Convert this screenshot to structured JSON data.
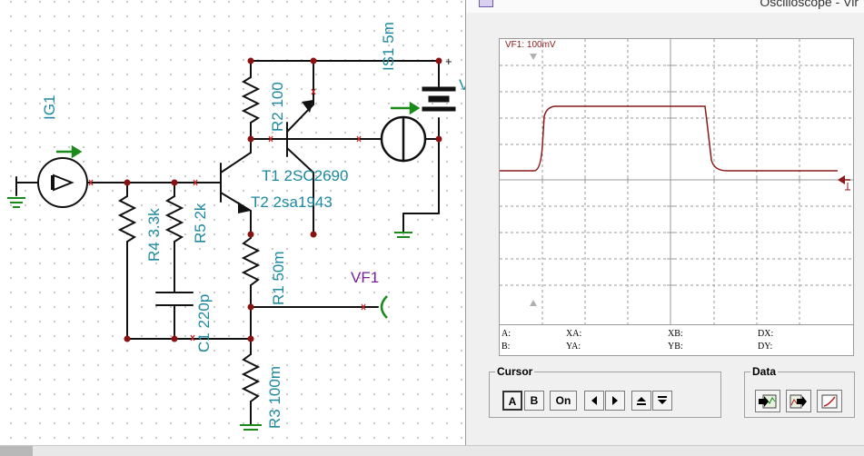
{
  "schematic": {
    "components": {
      "ig1": "IG1",
      "is1": "IS1 5m",
      "r2": "R2 100",
      "t1": "T1 2SC2690",
      "t2": "T2 2sa1943",
      "r4": "R4 3.3k",
      "r5": "R5 2k",
      "r1": "R1 50m",
      "c1": "C1 220p",
      "r3": "R3 100m",
      "vf1": "VF1",
      "plus": "+",
      "cut_v": "V"
    }
  },
  "oscilloscope": {
    "title": "Oscilloscope - Vir",
    "channel_label": "VF1: 100mV",
    "waveform_color": "#8b1a1a",
    "readout": {
      "a": "A:",
      "b": "B:",
      "xa": "XA:",
      "ya": "YA:",
      "xb": "XB:",
      "yb": "YB:",
      "dx": "DX:",
      "dy": "DY:"
    },
    "cursor_group": {
      "label": "Cursor",
      "a_label": "A",
      "b_label": "B",
      "on_label": "On",
      "icons": [
        "arrow-left-icon",
        "arrow-right-icon",
        "move-up-icon",
        "move-down-icon"
      ]
    },
    "data_group": {
      "label": "Data",
      "icons": [
        "export-data-icon",
        "import-data-icon",
        "curve-icon"
      ]
    }
  },
  "colors": {
    "wire": "#111111",
    "component_label": "#1e8aa0",
    "vf_label": "#7a1f9a",
    "source_green": "#1a8a1a",
    "marker_red": "#cc2020"
  }
}
